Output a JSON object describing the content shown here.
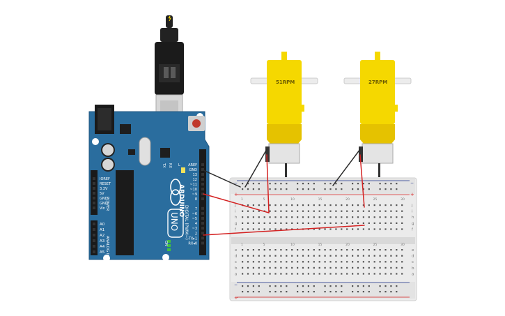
{
  "motors": [
    {
      "label": "51RPM"
    },
    {
      "label": "27RPM"
    }
  ],
  "arduino": {
    "brand": "ARDUINO",
    "model": "UNO",
    "digital_label": "DIGITAL (PWM~)",
    "analog_label": "ANALOG IN",
    "power_label": "POWER",
    "on_label": "ON",
    "tx_label": "TX",
    "rx_label": "RX",
    "l_label": "L",
    "digital_pins": [
      "AREF",
      "GND",
      "13",
      "12",
      "~11",
      "~10",
      "~9",
      "8",
      "7",
      "~6",
      "~5",
      "4",
      "~3",
      "2",
      "TX▸1",
      "RX◂0"
    ],
    "power_pins": [
      "IOREF",
      "RESET",
      "3.3V",
      "5V",
      "GND",
      "GND",
      "Vin"
    ],
    "analog_pins": [
      "A0",
      "A1",
      "A2",
      "A3",
      "A4",
      "A5"
    ]
  },
  "breadboard": {
    "row_letters_top": [
      "j",
      "i",
      "h",
      "g",
      "f"
    ],
    "row_letters_bottom": [
      "e",
      "d",
      "c",
      "b",
      "a"
    ],
    "columns": [
      "1",
      "5",
      "10",
      "15",
      "20",
      "25",
      "30"
    ],
    "rail_plus": "+",
    "rail_minus": "−"
  },
  "colors": {
    "board": "#2a6d9e",
    "board_dark": "#1f5680",
    "motor_yellow": "#f5d800",
    "wire_red": "#d42222",
    "wire_black": "#2b2b2b",
    "breadboard": "#e9e9e9"
  }
}
